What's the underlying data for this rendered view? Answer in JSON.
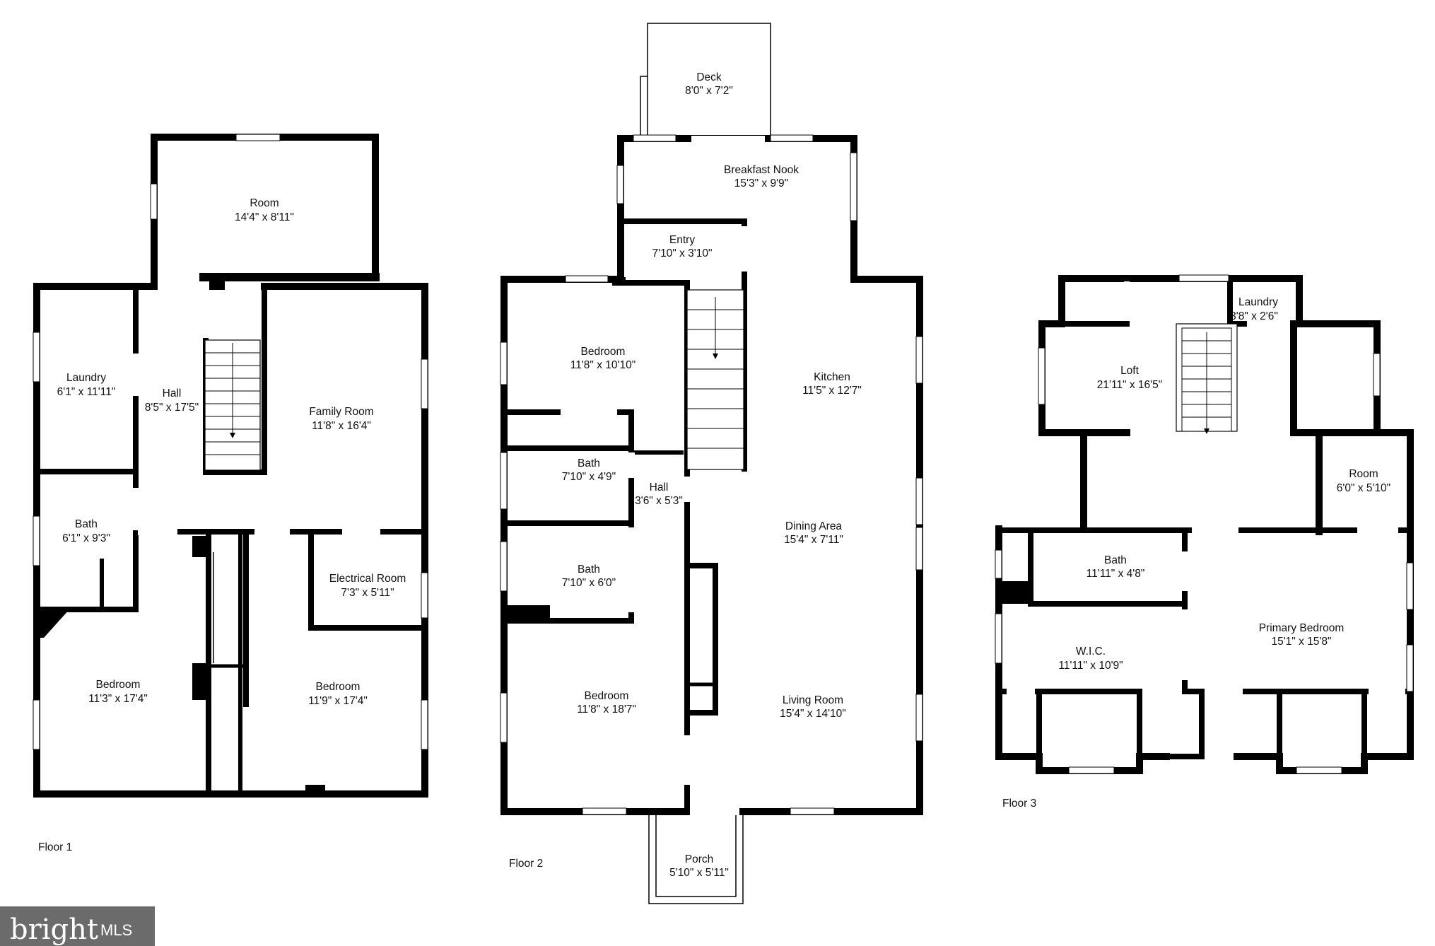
{
  "floors": [
    {
      "label": "Floor 1",
      "rooms": [
        {
          "name": "Room",
          "dims": "14'4\" x 8'11\""
        },
        {
          "name": "Laundry",
          "dims": "6'1\" x 11'11\""
        },
        {
          "name": "Hall",
          "dims": "8'5\" x 17'5\""
        },
        {
          "name": "Family Room",
          "dims": "11'8\" x 16'4\""
        },
        {
          "name": "Bath",
          "dims": "6'1\" x 9'3\""
        },
        {
          "name": "Electrical Room",
          "dims": "7'3\" x 5'11\""
        },
        {
          "name": "Bedroom",
          "dims": "11'3\" x 17'4\""
        },
        {
          "name": "Bedroom",
          "dims": "11'9\" x 17'4\""
        }
      ]
    },
    {
      "label": "Floor 2",
      "rooms": [
        {
          "name": "Deck",
          "dims": "8'0\" x 7'2\""
        },
        {
          "name": "Breakfast Nook",
          "dims": "15'3\" x 9'9\""
        },
        {
          "name": "Entry",
          "dims": "7'10\" x 3'10\""
        },
        {
          "name": "Bedroom",
          "dims": "11'8\" x 10'10\""
        },
        {
          "name": "Kitchen",
          "dims": "11'5\" x 12'7\""
        },
        {
          "name": "Bath",
          "dims": "7'10\" x 4'9\""
        },
        {
          "name": "Hall",
          "dims": "3'6\" x 5'3\""
        },
        {
          "name": "Dining Area",
          "dims": "15'4\" x 7'11\""
        },
        {
          "name": "Bath",
          "dims": "7'10\" x 6'0\""
        },
        {
          "name": "Bedroom",
          "dims": "11'8\" x 18'7\""
        },
        {
          "name": "Living Room",
          "dims": "15'4\" x 14'10\""
        },
        {
          "name": "Porch",
          "dims": "5'10\" x 5'11\""
        }
      ]
    },
    {
      "label": "Floor 3",
      "rooms": [
        {
          "name": "Laundry",
          "dims": "3'8\" x 2'6\""
        },
        {
          "name": "Loft",
          "dims": "21'11\" x 16'5\""
        },
        {
          "name": "Room",
          "dims": "6'0\" x 5'10\""
        },
        {
          "name": "Bath",
          "dims": "11'11\" x 4'8\""
        },
        {
          "name": "Primary Bedroom",
          "dims": "15'1\" x 15'8\""
        },
        {
          "name": "W.I.C.",
          "dims": "11'11\" x 10'9\""
        }
      ]
    }
  ],
  "logo": {
    "brand": "bright",
    "suffix": "MLS"
  },
  "colors": {
    "wall": "#000000",
    "background": "#ffffff",
    "logo_bg": "#6b6b6b"
  }
}
